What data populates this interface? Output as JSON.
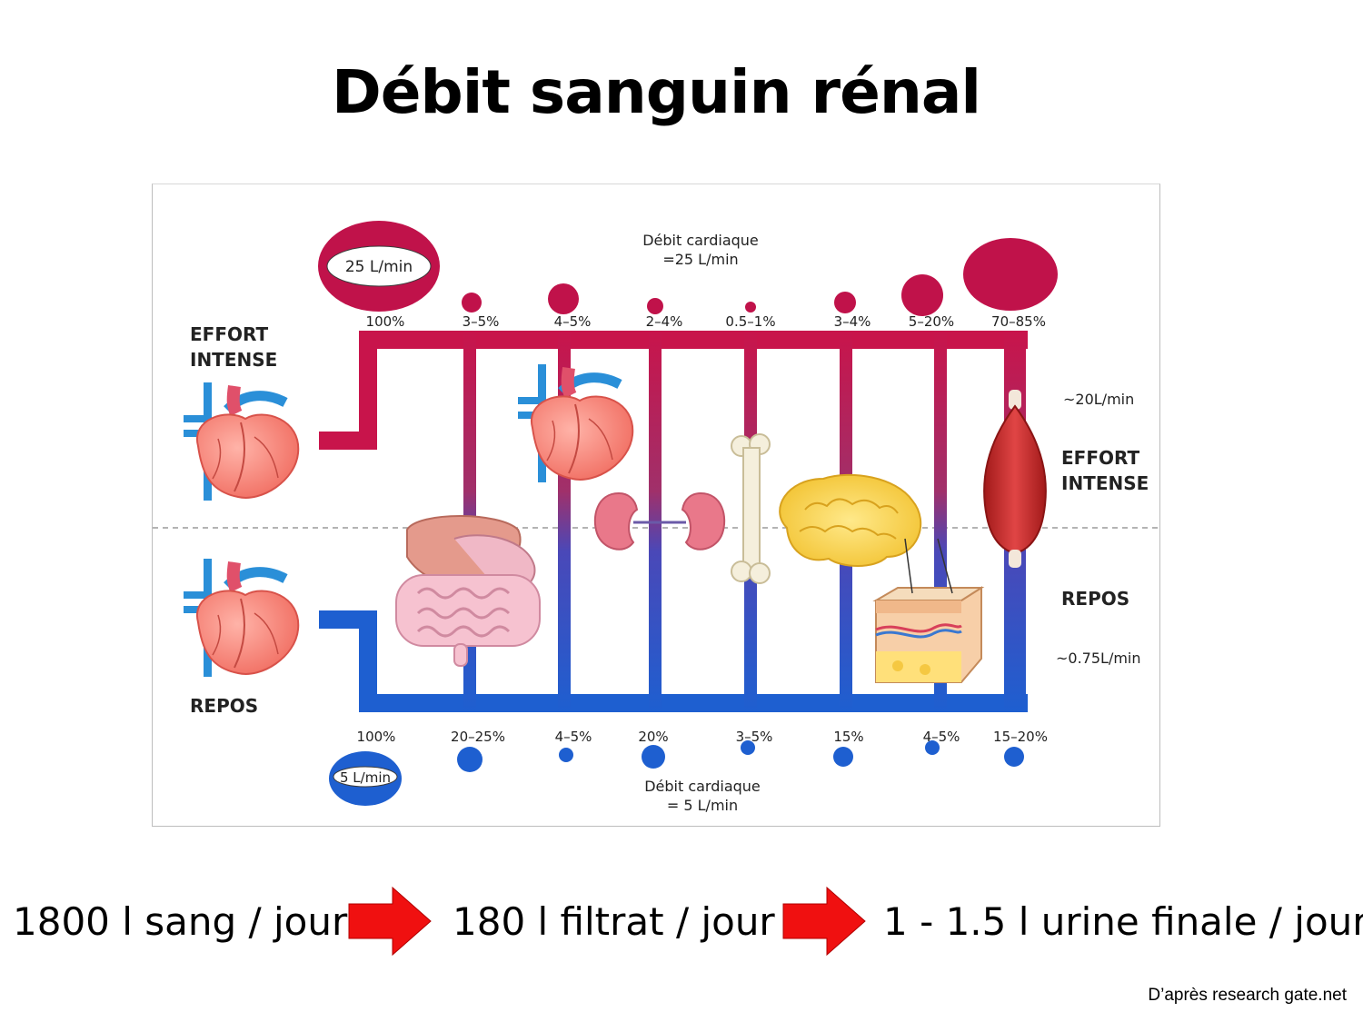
{
  "slide": {
    "title": "Débit sanguin rénal",
    "source": "D’après research gate.net"
  },
  "figure": {
    "colors": {
      "effort": "#c8144b",
      "rest": "#1e5fd0",
      "divider": "#9a9a9a"
    },
    "effort": {
      "label_left": [
        "EFFORT",
        "INTENSE"
      ],
      "label_right": [
        "EFFORT",
        "INTENSE"
      ],
      "cardiac_output": [
        "Débit cardiaque",
        "=25 L/min"
      ],
      "heart_bubble": "25 L/min",
      "muscle_flow": "~20L/min",
      "percentages": [
        "100%",
        "3–5%",
        "4–5%",
        "2–4%",
        "0.5–1%",
        "3–4%",
        "5–20%",
        "70–85%"
      ]
    },
    "rest": {
      "label_left": "REPOS",
      "label_right": "REPOS",
      "cardiac_output": [
        "Débit cardiaque",
        "= 5 L/min"
      ],
      "heart_bubble": "5 L/min",
      "muscle_flow": "~0.75L/min",
      "percentages": [
        "100%",
        "20–25%",
        "4–5%",
        "20%",
        "3–5%",
        "15%",
        "4–5%",
        "15–20%"
      ]
    },
    "organs": [
      "heart-icon",
      "digestive-system-icon",
      "heart-icon",
      "kidneys-icon",
      "bone-icon",
      "brain-icon",
      "skin-icon",
      "muscle-icon"
    ]
  },
  "flow": {
    "step1": "1800 l sang / jour",
    "step2": "180 l filtrat / jour",
    "step3": "1 - 1.5 l urine finale / jour"
  }
}
